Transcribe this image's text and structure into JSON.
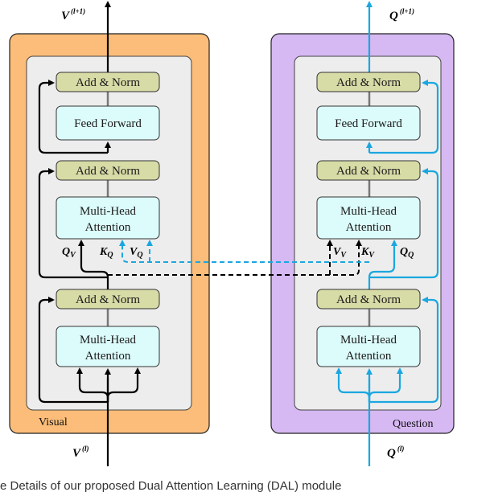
{
  "visual": {
    "panel_label": "Visual",
    "input_symbol": "V",
    "input_superscript": "(l)",
    "output_symbol": "V",
    "output_superscript": "(l+1)",
    "top_add_norm": "Add & Norm",
    "feed_forward": "Feed Forward",
    "mid_add_norm": "Add & Norm",
    "mha_top_line1": "Multi-Head",
    "mha_top_line2": "Attention",
    "bot_add_norm": "Add & Norm",
    "mha_bot_line1": "Multi-Head",
    "mha_bot_line2": "Attention",
    "q_label": "Q",
    "q_sub": "V",
    "k_label": "K",
    "k_sub": "Q",
    "v_label": "V",
    "v_sub": "Q"
  },
  "question": {
    "panel_label": "Question",
    "input_symbol": "Q",
    "input_superscript": "(l)",
    "output_symbol": "Q",
    "output_superscript": "(l+1)",
    "top_add_norm": "Add & Norm",
    "feed_forward": "Feed Forward",
    "mid_add_norm": "Add & Norm",
    "mha_top_line1": "Multi-Head",
    "mha_top_line2": "Attention",
    "bot_add_norm": "Add & Norm",
    "mha_bot_line1": "Multi-Head",
    "mha_bot_line2": "Attention",
    "v_label": "V",
    "v_sub": "V",
    "k_label": "K",
    "k_sub": "V",
    "q_label": "Q",
    "q_sub": "Q"
  },
  "caption": "e    Details of our proposed Dual Attention Learning (DAL) module",
  "colors": {
    "visual_panel": "#fbbd79",
    "question_panel": "#d6b8f2",
    "inner_panel": "#ededed",
    "add_norm_fill": "#d7dba6",
    "block_fill": "#dcfbfb",
    "visual_arrow": "#000000",
    "question_arrow": "#1aa7e0"
  }
}
